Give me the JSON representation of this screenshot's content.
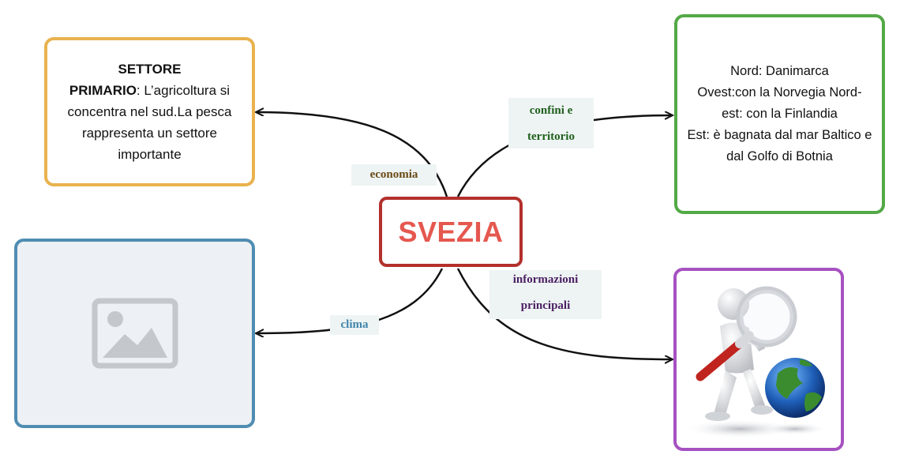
{
  "center": {
    "title": "SVEZIA"
  },
  "branches": {
    "economia": {
      "label": "economia",
      "title_line1": "SETTORE",
      "title_line2": "PRIMARIO",
      "text_after_title": ": L’agricoltura si",
      "text_lines": [
        "concentra nel sud.La pesca",
        "rappresenta un settore",
        "importante"
      ]
    },
    "confini": {
      "label_line1": "confini e",
      "label_line2": "territorio",
      "lines": [
        "Nord: Danimarca",
        "Ovest:con la Norvegia Nord-",
        "est: con la Finlandia",
        "Est: è bagnata dal mar Baltico e",
        "dal Golfo di Botnia"
      ]
    },
    "clima": {
      "label": "clima",
      "image_icon": "image-placeholder-icon"
    },
    "informazioni": {
      "label_line1": "informazioni",
      "label_line2": "principali",
      "image_icon": "magnifier-globe-illustration"
    }
  },
  "colors": {
    "center_border": "#b3302c",
    "center_text": "#e5584f",
    "economia_border": "#e8b24e",
    "confini_border": "#53a946",
    "clima_border": "#4f8db2",
    "informazioni_border": "#a651c1",
    "economia_label": "#6a4a15",
    "confini_label": "#20601d",
    "clima_label": "#3f84aa",
    "informazioni_label": "#4b1f62"
  }
}
